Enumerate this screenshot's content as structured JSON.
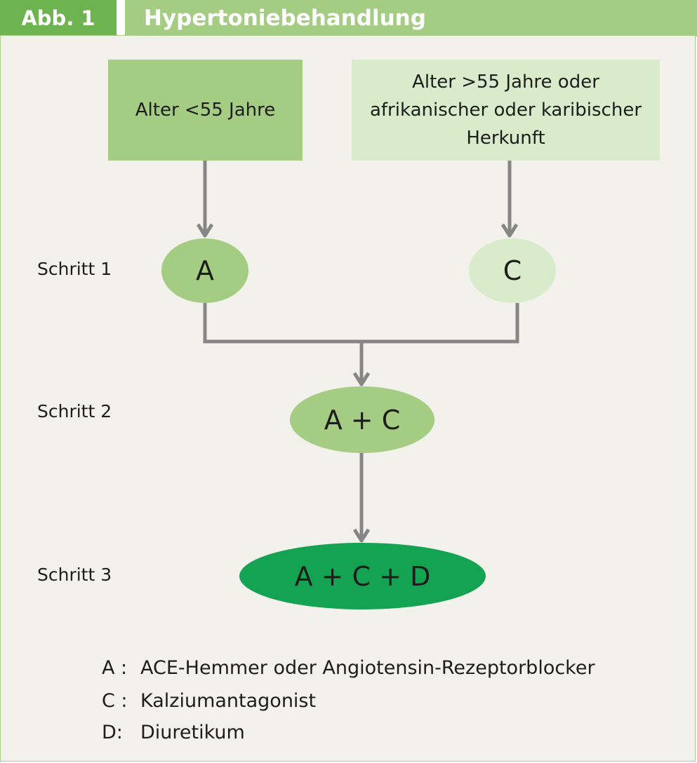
{
  "header": {
    "tag": "Abb. 1",
    "title": "Hypertoniebehandlung"
  },
  "conditions": {
    "young": "Alter <55 Jahre",
    "old_line1": "Alter >55 Jahre oder",
    "old_line2": "afrikanischer oder karibischer",
    "old_line3": "Herkunft"
  },
  "steps": [
    {
      "label": "Schritt 1"
    },
    {
      "label": "Schritt 2"
    },
    {
      "label": "Schritt 3"
    }
  ],
  "nodes": {
    "a": "A",
    "c": "C",
    "ac": "A + C",
    "acd": "A + C + D"
  },
  "legend": [
    {
      "key": "A :",
      "text": "ACE-Hemmer oder Angiotensin-Rezeptorblocker"
    },
    {
      "key": "C :",
      "text": "Kalziumantagonist"
    },
    {
      "key": "D:",
      "text": "Diuretikum"
    }
  ],
  "colors": {
    "header_tag": "#6db451",
    "header_title": "#a4cd83",
    "light_green": "#a4cd83",
    "pale_green": "#d8ebcb",
    "dark_green": "#13a352",
    "connector": "#868686",
    "panel_background": "#f2f1eb"
  }
}
